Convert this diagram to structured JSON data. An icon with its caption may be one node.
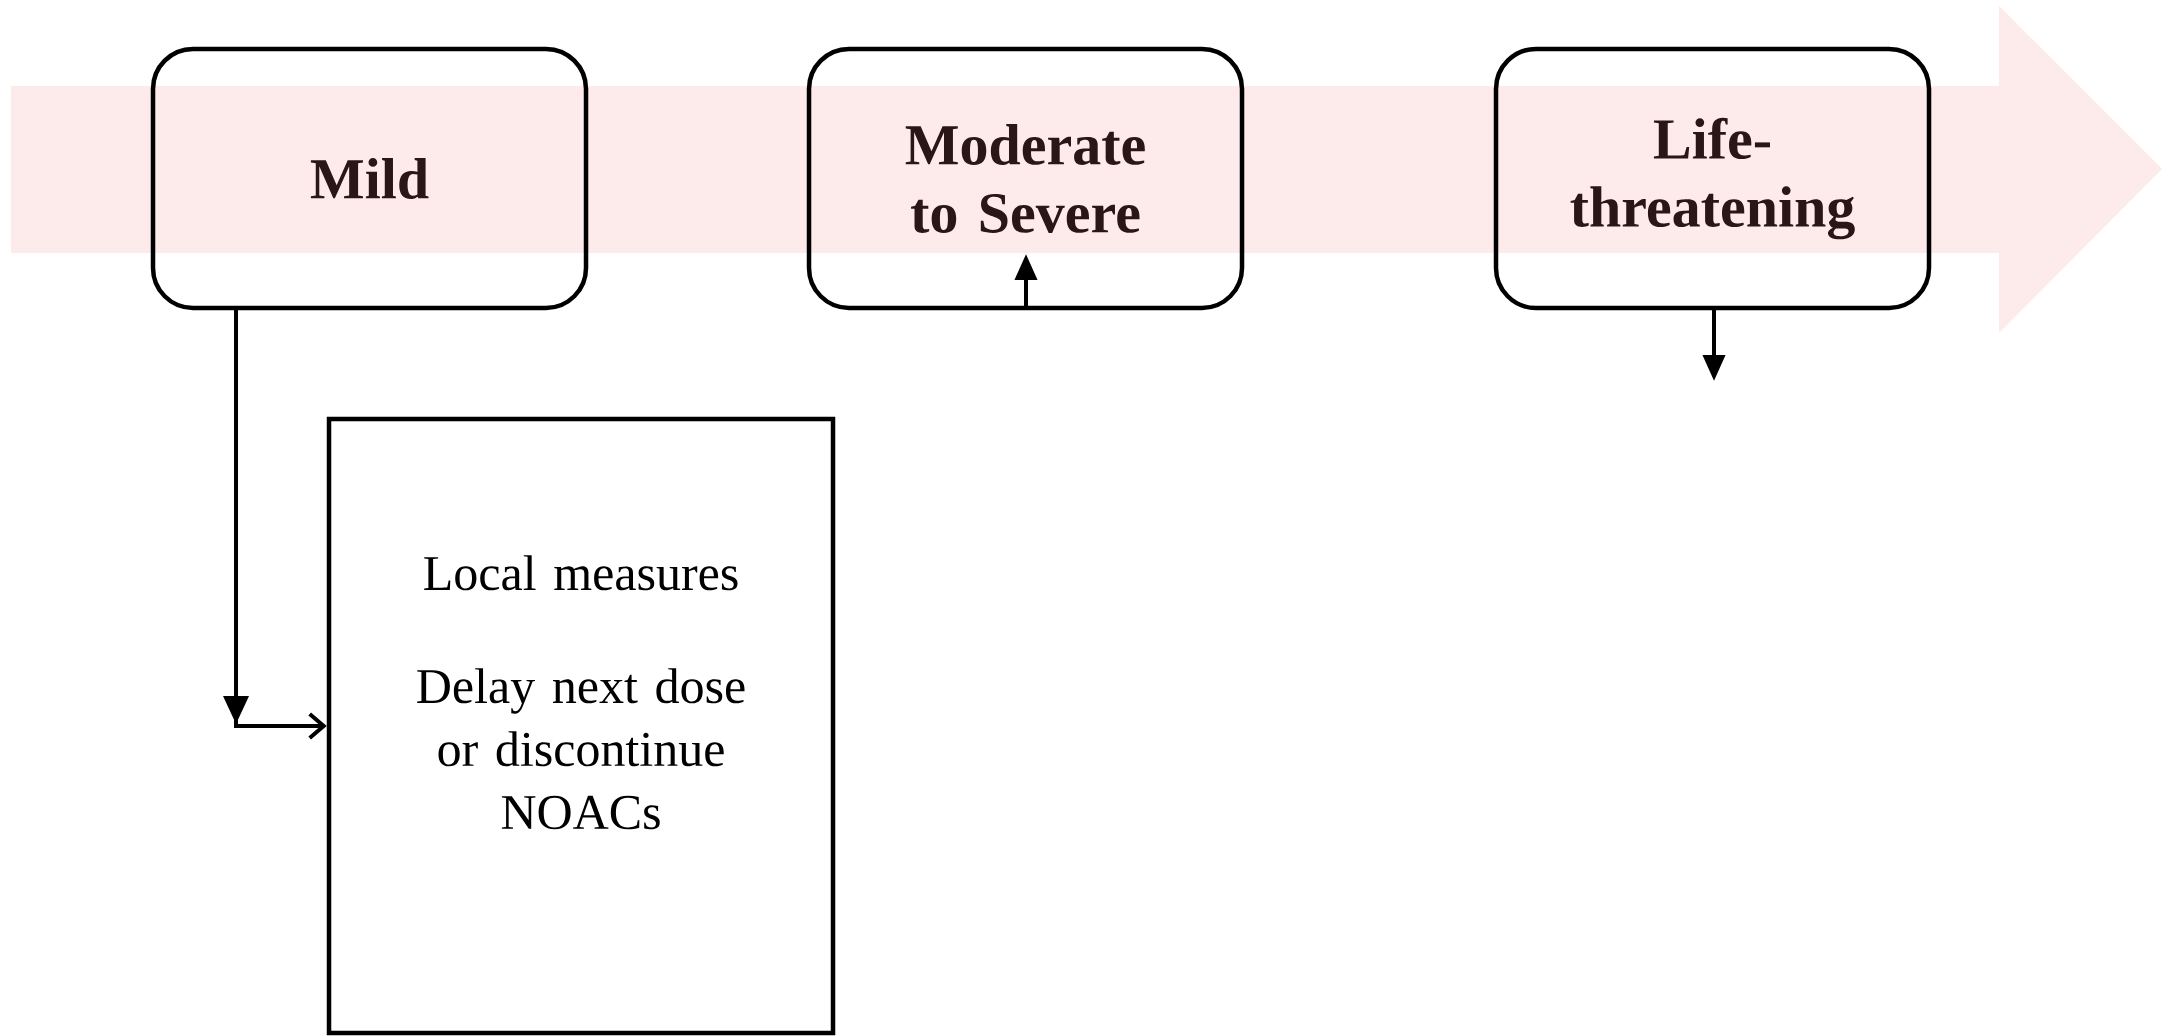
{
  "diagram": {
    "nodes": [
      {
        "text": [
          "Mild"
        ]
      },
      {
        "text": [
          "Moderate to Severe"
        ]
      },
      {
        "text": [
          "Life-threatening"
        ]
      },
      {
        "text": [
          "Local measures",
          "Delay next dose or discontinue NOACs"
        ]
      }
    ],
    "edges": [
      {
        "from": 0,
        "to": 3,
        "arrow": "to"
      },
      {
        "from": 1,
        "to": null,
        "arrow": "to"
      },
      {
        "from": 2,
        "to": null,
        "arrow": "to"
      }
    ]
  }
}
